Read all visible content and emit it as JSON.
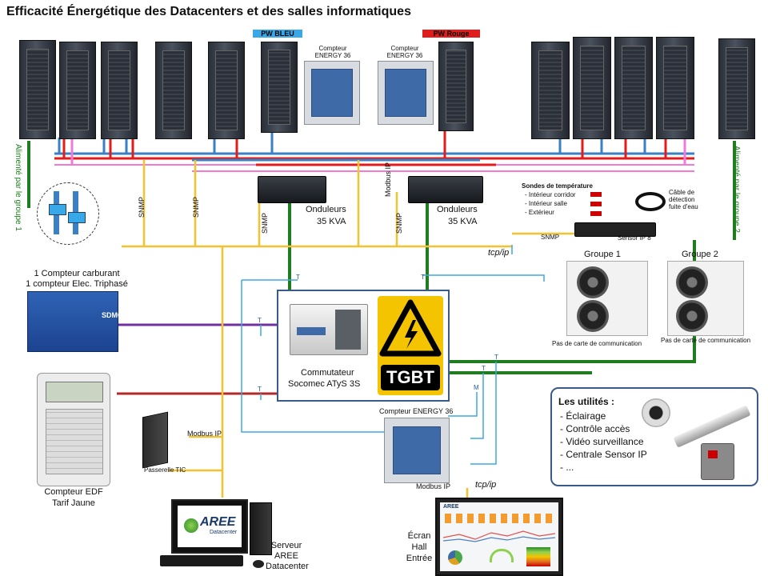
{
  "title": "Efficacité Énergétique des Datacenters et des salles informatiques",
  "badges": {
    "pw_bleu": "PW BLEU",
    "pw_rouge": "PW Rouge"
  },
  "compteurs": {
    "c1": "Compteur ENERGY 36",
    "c2": "Compteur ENERGY 36",
    "c3": "Compteur ENERGY 36"
  },
  "onduleurs": {
    "o1_line1": "Onduleurs",
    "o1_line2": "35 KVA",
    "o2_line1": "Onduleurs",
    "o2_line2": "35 KVA"
  },
  "sondes": {
    "title": "Sondes de température",
    "items": [
      "- Intérieur corridor",
      "- Intérieur salle",
      "- Extérieur"
    ],
    "cable": "Câble de détection fuite d'eau",
    "sensor": "Sensor IP 8"
  },
  "labels": {
    "snmp": "SNMP",
    "modbus_ip": "Modbus IP",
    "tcpip": "tcp/ip",
    "alim_g1": "Alimenté par le groupe 1",
    "alim_g2": "Alimenté par le groupe 2",
    "t": "T",
    "m": "M"
  },
  "groupes": {
    "g1": "Groupe 1",
    "g2": "Groupe 2",
    "no_card": "Pas de carte de communication"
  },
  "carburant": {
    "line1": "1 Compteur carburant",
    "line2": "1 compteur Elec. Triphasé"
  },
  "tgbt": {
    "label": "TGBT",
    "commutateur_line1": "Commutateur",
    "commutateur_line2": "Socomec ATyS 3S"
  },
  "edf": {
    "line1": "Compteur EDF",
    "line2": "Tarif Jaune",
    "passerelle": "Passerelle TIC"
  },
  "utilites": {
    "title": "Les utilités :",
    "items": [
      "- Éclairage",
      "- Contrôle accès",
      "- Vidéo surveillance",
      "- Centrale Sensor IP",
      "- ..."
    ]
  },
  "serveur": {
    "logo": "AREE",
    "logo_sub": "Datacenter",
    "line1": "Serveur",
    "line2": "AREE",
    "line3": "Datacenter"
  },
  "ecran": {
    "line1": "Écran",
    "line2": "Hall",
    "line3": "Entrée",
    "app": "AREE"
  },
  "colors": {
    "bleu": "#3b7fc4",
    "rouge": "#e01c1c",
    "rose": "#f07ad8",
    "jaune": "#f2c230",
    "vert": "#1f7d1f",
    "violet": "#7030a0",
    "bordeaux": "#b02a2a",
    "cyan": "#3fa8e0",
    "badge_bleu": "#38a8e8",
    "badge_rouge": "#e01c1c"
  }
}
